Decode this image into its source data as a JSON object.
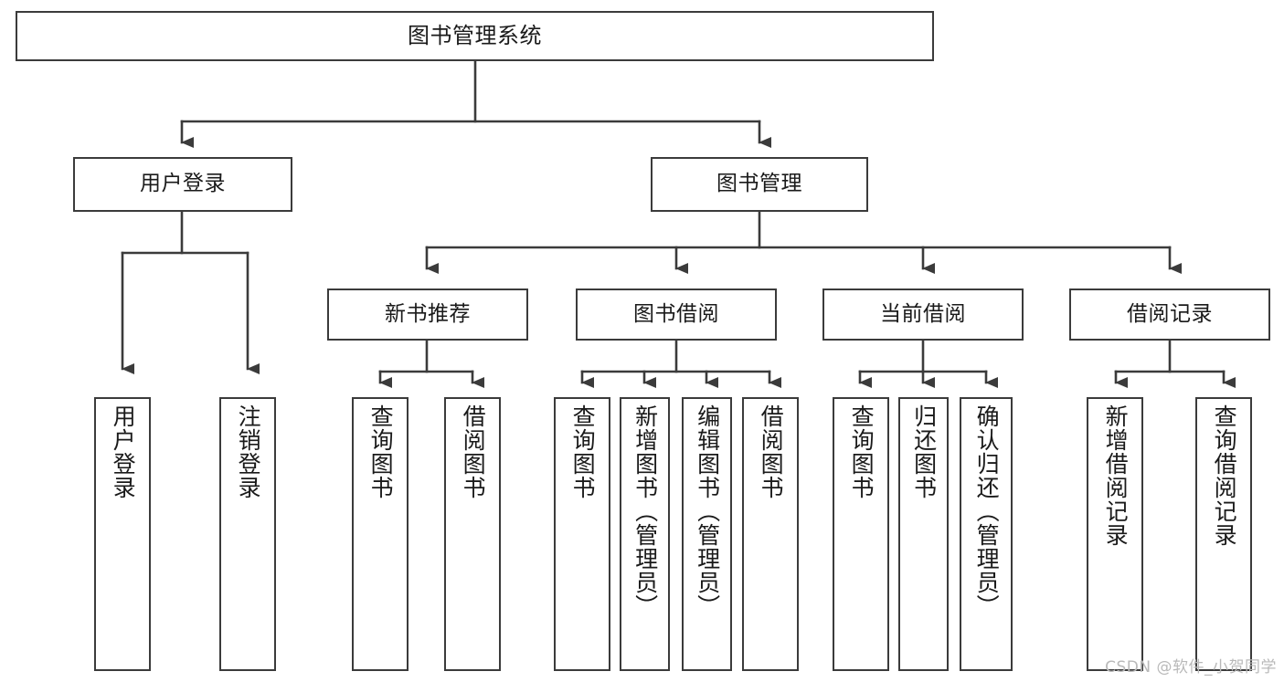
{
  "diagram": {
    "title": "图书管理系统",
    "type": "tree-hierarchy-chart",
    "watermark": "CSDN @软件_小贺同学",
    "colors": {
      "stroke": "#3b3b3b",
      "fill": "#ffffff",
      "text": "#1a1a1a",
      "watermark": "#b9b9b9"
    },
    "levels": {
      "root": {
        "label": "图书管理系统"
      },
      "branches": [
        {
          "id": "user-login",
          "label": "用户登录"
        },
        {
          "id": "book-management",
          "label": "图书管理"
        }
      ],
      "groups": [
        {
          "id": "new-book-recommend",
          "label": "新书推荐",
          "parent": "book-management"
        },
        {
          "id": "book-borrow",
          "label": "图书借阅",
          "parent": "book-management"
        },
        {
          "id": "current-borrow",
          "label": "当前借阅",
          "parent": "book-management"
        },
        {
          "id": "borrow-record",
          "label": "借阅记录",
          "parent": "book-management"
        }
      ],
      "leaves": [
        {
          "id": "leaf-user-login",
          "label": "用户登录",
          "parent": "user-login"
        },
        {
          "id": "leaf-logout",
          "label": "注销登录",
          "parent": "user-login"
        },
        {
          "id": "leaf-query-book-1",
          "label": "查询图书",
          "parent": "new-book-recommend"
        },
        {
          "id": "leaf-borrow-book-1",
          "label": "借阅图书",
          "parent": "new-book-recommend"
        },
        {
          "id": "leaf-query-book-2",
          "label": "查询图书",
          "parent": "book-borrow"
        },
        {
          "id": "leaf-add-book",
          "label": "新增图书（管理员）",
          "parent": "book-borrow"
        },
        {
          "id": "leaf-edit-book",
          "label": "编辑图书（管理员）",
          "parent": "book-borrow"
        },
        {
          "id": "leaf-borrow-book-2",
          "label": "借阅图书",
          "parent": "book-borrow"
        },
        {
          "id": "leaf-query-book-3",
          "label": "查询图书",
          "parent": "current-borrow"
        },
        {
          "id": "leaf-return-book",
          "label": "归还图书",
          "parent": "current-borrow"
        },
        {
          "id": "leaf-confirm-return",
          "label": "确认归还（管理员）",
          "parent": "current-borrow"
        },
        {
          "id": "leaf-add-record",
          "label": "新增借阅记录",
          "parent": "borrow-record"
        },
        {
          "id": "leaf-query-record",
          "label": "查询借阅记录",
          "parent": "borrow-record"
        }
      ]
    }
  }
}
